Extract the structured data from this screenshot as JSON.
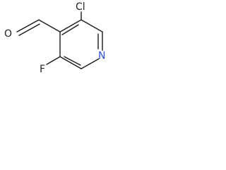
{
  "molecule": {
    "atoms": {
      "chlorine": "Cl",
      "oxygen": "O",
      "fluorine": "F",
      "nitrogen": "N"
    },
    "colors": {
      "bond": "#1a1a1a",
      "label": "#222222",
      "nitrogen": "#3050d0",
      "background": "#ffffff"
    }
  }
}
